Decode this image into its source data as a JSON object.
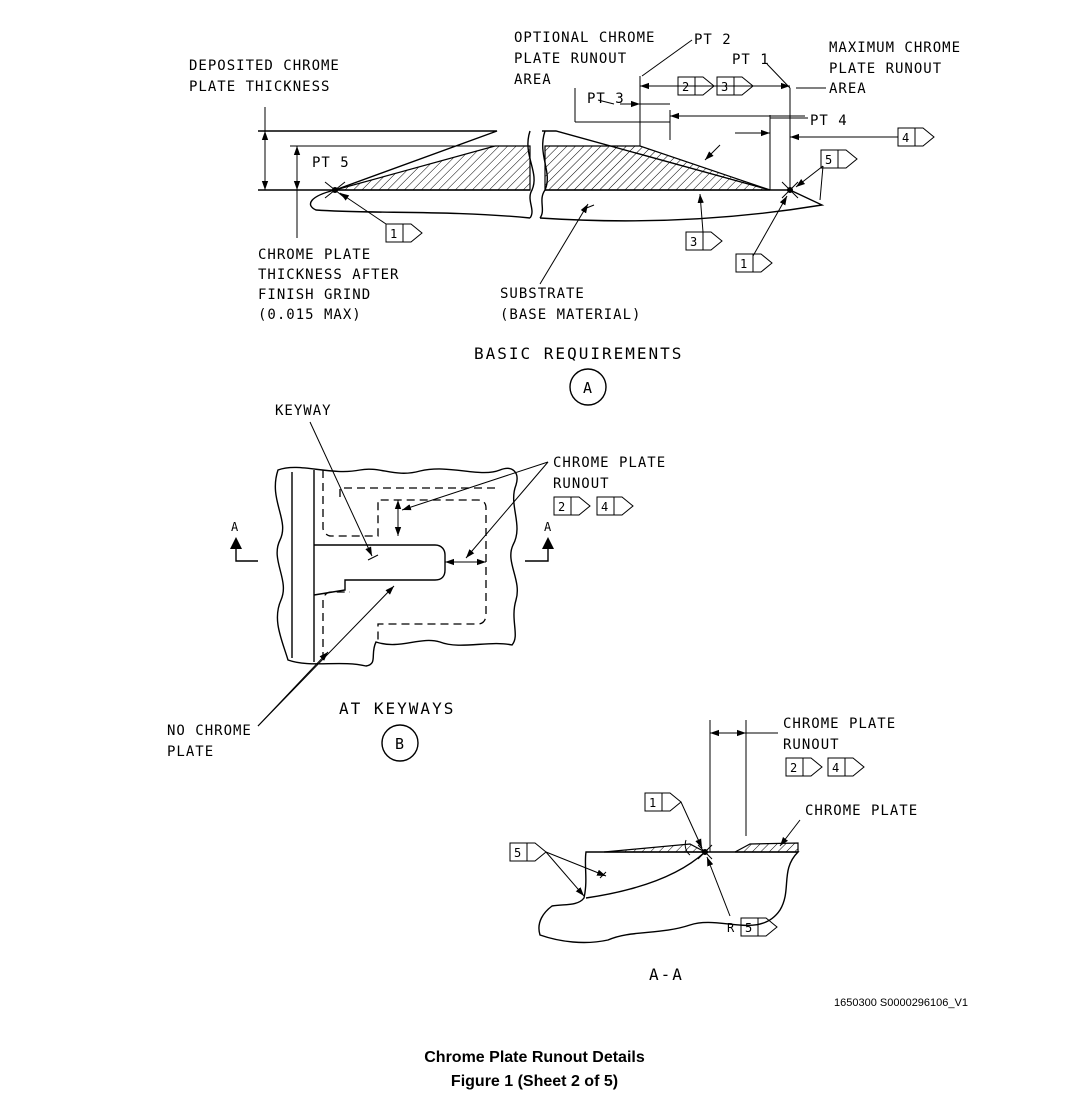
{
  "view_a": {
    "labels": {
      "deposited_1": "DEPOSITED CHROME",
      "deposited_2": "PLATE THICKNESS",
      "optional_1": "OPTIONAL CHROME",
      "optional_2": "PLATE RUNOUT",
      "optional_3": "AREA",
      "maximum_1": "MAXIMUM CHROME",
      "maximum_2": "PLATE RUNOUT",
      "maximum_3": "AREA",
      "pt1": "PT 1",
      "pt2": "PT 2",
      "pt3": "PT 3",
      "pt4": "PT 4",
      "pt5": "PT 5",
      "after_1": "CHROME PLATE",
      "after_2": "THICKNESS AFTER",
      "after_3": "FINISH GRIND",
      "after_4": "(0.015 MAX)",
      "substrate_1": "SUBSTRATE",
      "substrate_2": "(BASE MATERIAL)"
    },
    "flags": {
      "f2": "2",
      "f3a": "3",
      "f4": "4",
      "f5": "5",
      "f1a": "1",
      "f3b": "3",
      "f1b": "1"
    },
    "title": "BASIC REQUIREMENTS",
    "circle": "A"
  },
  "view_b": {
    "labels": {
      "keyway": "KEYWAY",
      "runout_1": "CHROME PLATE",
      "runout_2": "RUNOUT",
      "section_left": "A",
      "section_right": "A",
      "nochrome_1": "NO CHROME",
      "nochrome_2": "PLATE"
    },
    "flags": {
      "f2": "2",
      "f4": "4"
    },
    "title": "AT KEYWAYS",
    "circle": "B"
  },
  "section_aa": {
    "labels": {
      "runout_1": "CHROME PLATE",
      "runout_2": "RUNOUT",
      "chrome_plate": "CHROME PLATE",
      "r": "R"
    },
    "flags": {
      "f2": "2",
      "f4": "4",
      "f1": "1",
      "f5": "5",
      "fr5": "5"
    },
    "title": "A-A"
  },
  "reference": "1650300 S0000296106_V1",
  "caption": {
    "line1": "Chrome Plate Runout Details",
    "line2": "Figure 1  (Sheet 2 of 5)"
  }
}
